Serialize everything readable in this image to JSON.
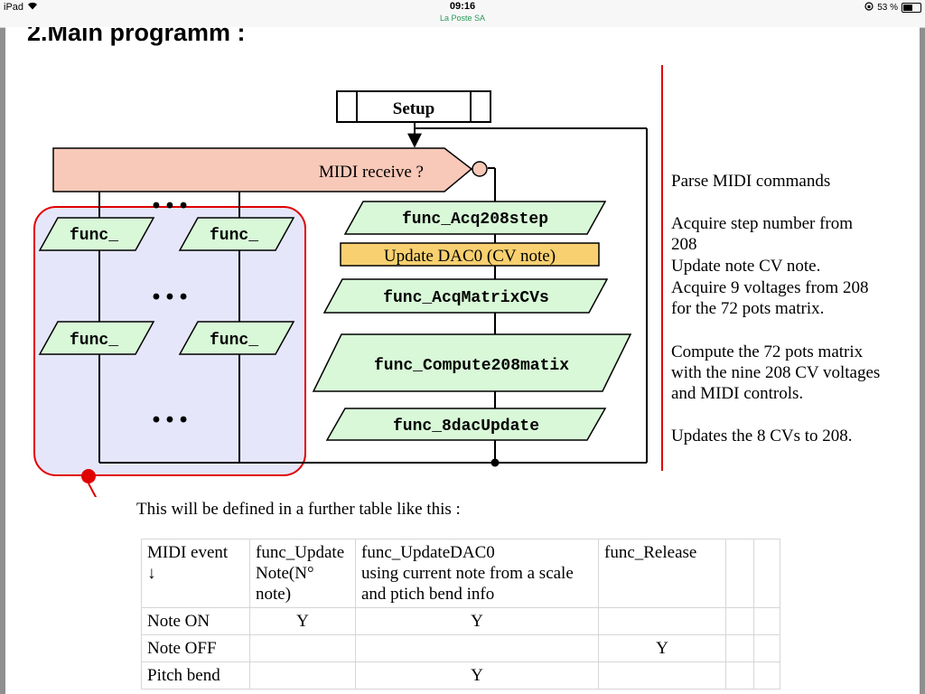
{
  "statusbar": {
    "device": "iPad",
    "wifi_icon": "wifi-icon",
    "time": "09:16",
    "carrier": "La Poste SA",
    "battery_percent": "53 %",
    "battery_level": 0.53
  },
  "doc": {
    "heading": "2.Main programm :",
    "flow": {
      "setup": "Setup",
      "midi_receive": "MIDI receive ?",
      "dots": "• • •",
      "func_generic": "func_",
      "func_acq208step": "func_Acq208step",
      "update_dac0": "Update DAC0 (CV note)",
      "func_acqmatrixcvs": "func_AcqMatrixCVs",
      "func_compute208matix": "func_Compute208matix",
      "func_8dacupdate": "func_8dacUpdate"
    },
    "side_notes": [
      "Parse MIDI commands",
      "Acquire step number from",
      "208",
      "Update note CV note.",
      "Acquire 9 voltages from 208",
      "for the 72 pots matrix.",
      "Compute the 72 pots matrix",
      "with the nine 208 CV voltages",
      "and MIDI controls.",
      "Updates the 8 CVs to 208."
    ],
    "caption": "This will be defined in a further table like this :",
    "table": {
      "headers": [
        [
          "MIDI event",
          "↓"
        ],
        [
          "func_Update",
          "Note(N°",
          "note)"
        ],
        [
          "func_UpdateDAC0",
          "using current note from a scale",
          "and ptich bend info"
        ],
        [
          "func_Release"
        ],
        [],
        []
      ],
      "rows": [
        [
          "Note ON",
          "Y",
          "Y",
          "",
          "",
          ""
        ],
        [
          "Note OFF",
          "",
          "",
          "Y",
          "",
          ""
        ],
        [
          "Pitch bend",
          "",
          "Y",
          "",
          "",
          ""
        ]
      ]
    }
  },
  "colors": {
    "midi_fill": "#f8c8b8",
    "func_fill": "#d8f8d8",
    "dac_fill": "#f8d070",
    "group_fill": "#e6e6fa",
    "red": "#e00000",
    "carrier_green": "#2a9a5a"
  }
}
